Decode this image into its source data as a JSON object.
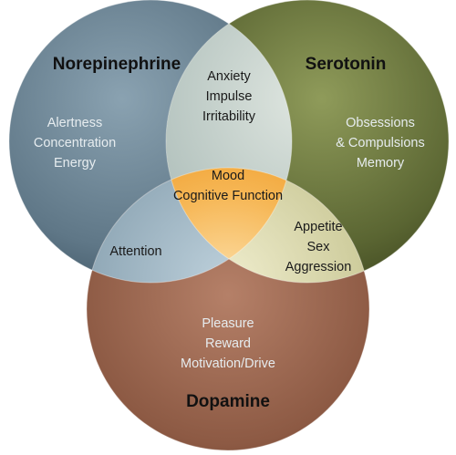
{
  "diagram": {
    "circles": {
      "norepinephrine": {
        "title": "Norepinephrine",
        "color": "#5f7787",
        "items": [
          "Alertness",
          "Concentration",
          "Energy"
        ]
      },
      "serotonin": {
        "title": "Serotonin",
        "color": "#56602f",
        "items": [
          "Obsessions",
          "& Compulsions",
          "Memory"
        ]
      },
      "dopamine": {
        "title": "Dopamine",
        "color": "#8d5a44",
        "items": [
          "Pleasure",
          "Reward",
          "Motivation/Drive"
        ]
      }
    },
    "overlaps": {
      "norepinephrine_serotonin": {
        "color": "#c9d5d2",
        "items": [
          "Anxiety",
          "Impulse",
          "Irritability"
        ]
      },
      "norepinephrine_dopamine": {
        "color": "#9fb6c4",
        "items": [
          "Attention"
        ]
      },
      "serotonin_dopamine": {
        "color": "#d9d6a8",
        "items": [
          "Appetite",
          "Sex",
          "Aggression"
        ]
      },
      "center": {
        "color": "#f3b44e",
        "items": [
          "Mood",
          "Cognitive Function"
        ]
      }
    }
  }
}
